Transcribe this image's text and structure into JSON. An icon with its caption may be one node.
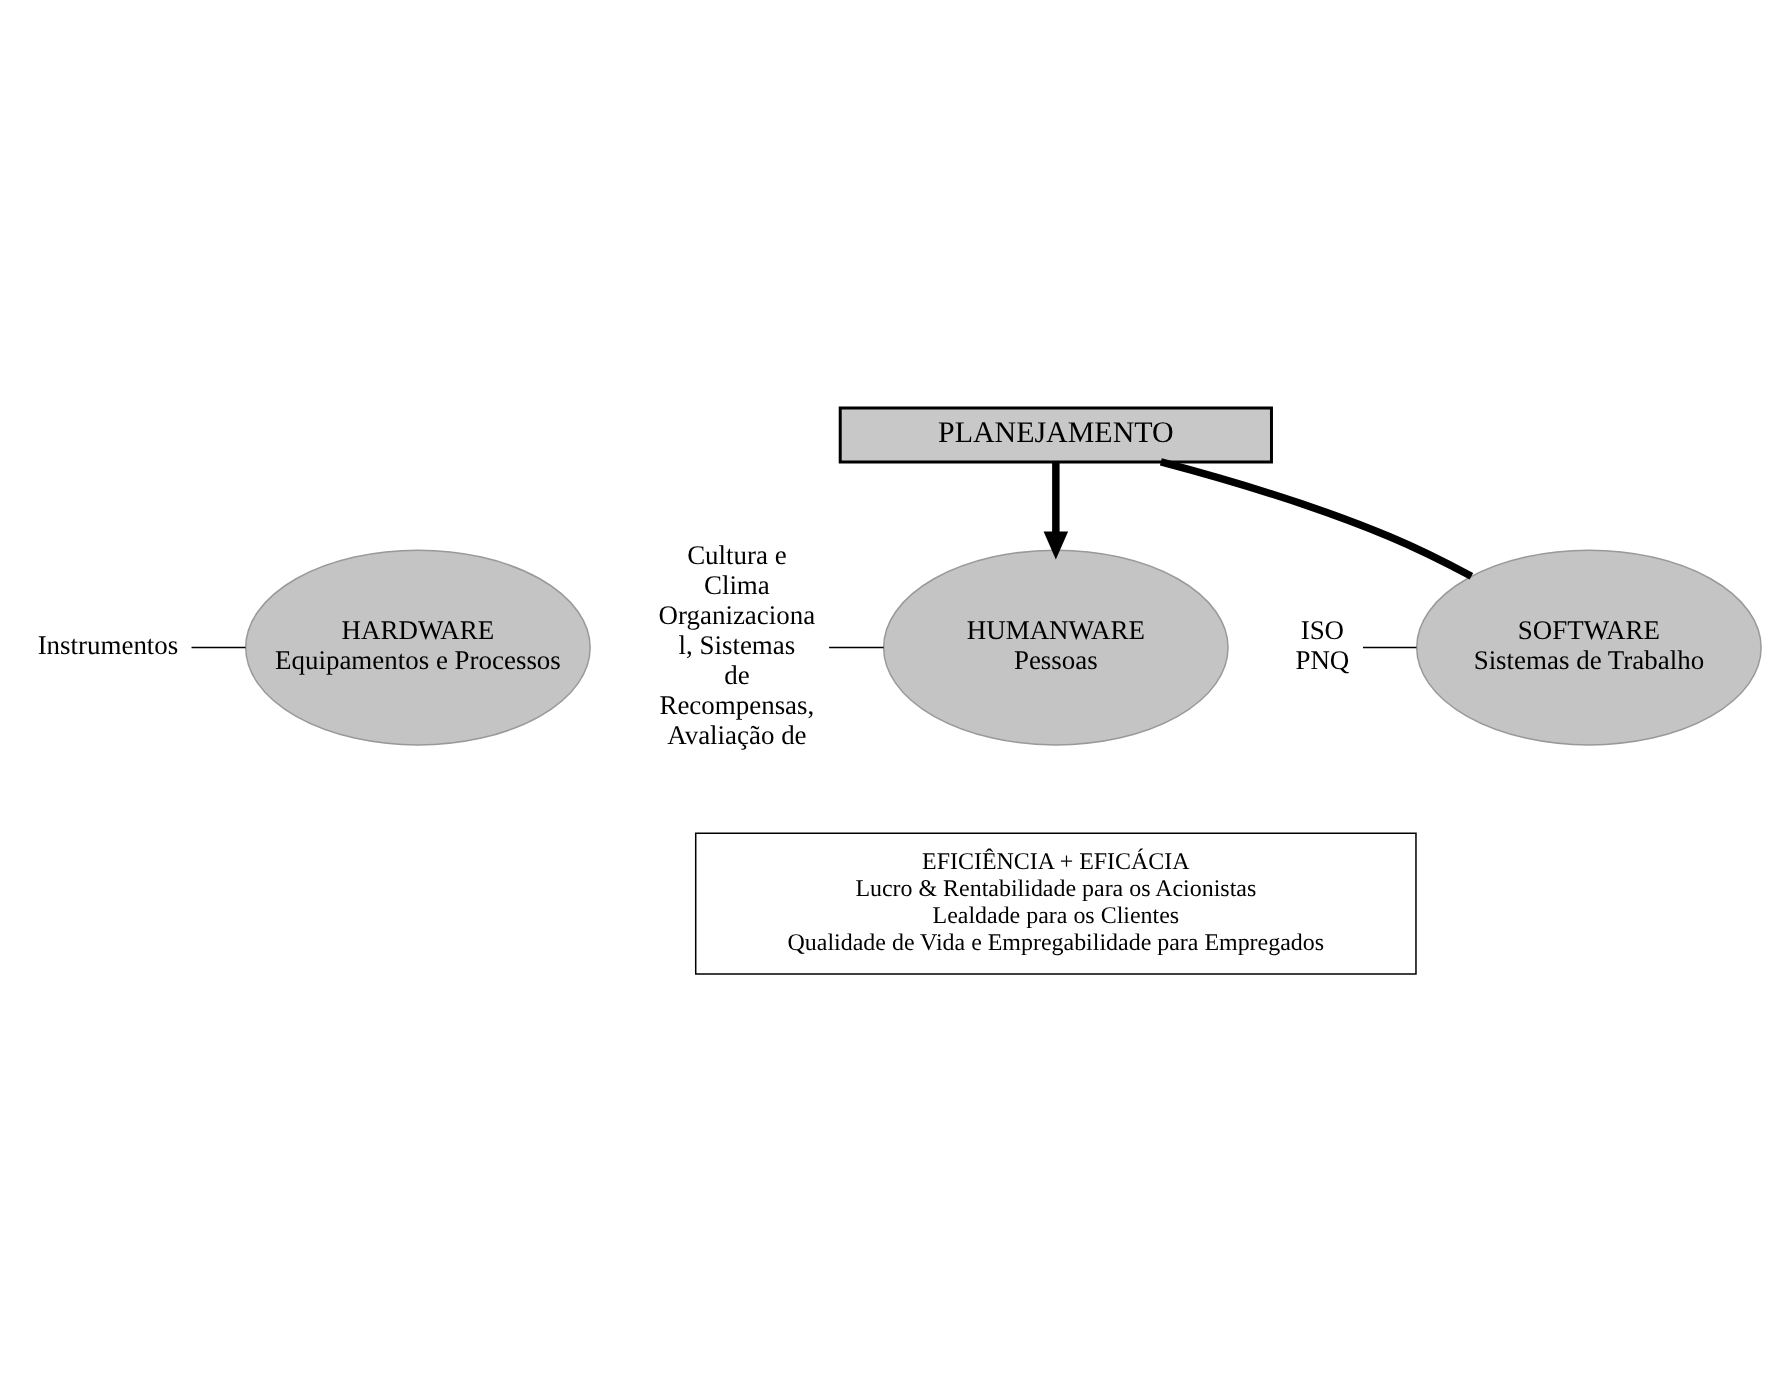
{
  "diagram": {
    "nodes": [
      {
        "text": [
          "PLANEJAMENTO"
        ]
      },
      {
        "text": [
          "HARDWARE",
          "Equipamentos e Processos"
        ]
      },
      {
        "text": [
          "HUMANWARE",
          "Pessoas"
        ]
      },
      {
        "text": [
          "SOFTWARE",
          "Sistemas de Trabalho"
        ]
      },
      {
        "text": [
          "Cultura e Clima Organizaciona l, Sistemas de Recompensas, Avaliação de"
        ]
      },
      {
        "text": [
          "Instrumentos"
        ]
      },
      {
        "text": [
          "ISO PNQ"
        ]
      },
      {
        "text": [
          "EFICIÊNCIA + EFICÁCIA",
          "Lucro & Rentabilidade para os Acionistas",
          "Lealdade para os Clientes",
          "Qualidade de Vida e Empregabilidade para Empregados"
        ]
      }
    ],
    "edges": [
      {
        "from": 0,
        "to": 2,
        "arrow": "to",
        "style": "thick"
      },
      {
        "from": 0,
        "to": 3,
        "arrow": "none",
        "style": "thick"
      },
      {
        "from": 4,
        "to": 2,
        "arrow": "none"
      },
      {
        "from": 5,
        "to": 1,
        "arrow": "none"
      },
      {
        "from": 6,
        "to": 3,
        "arrow": "none"
      }
    ]
  }
}
